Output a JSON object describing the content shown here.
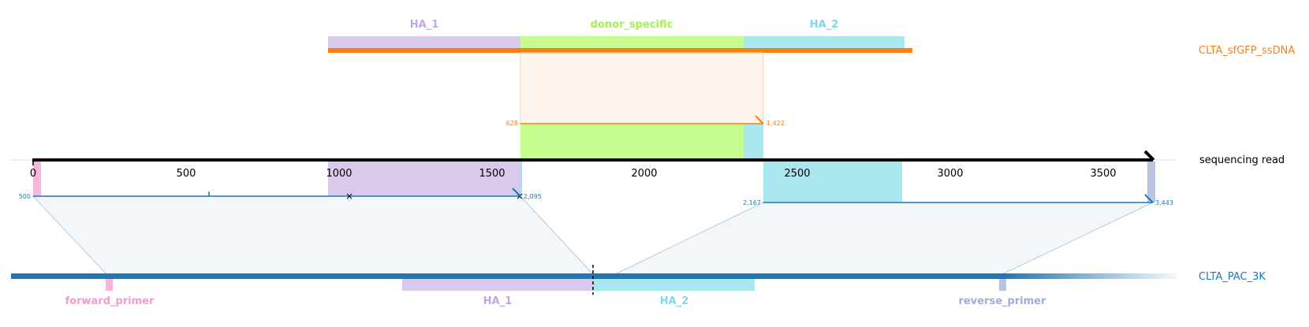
{
  "colors": {
    "ha1": "#d9c9ec",
    "ha1_text": "#c0a8e0",
    "donor": "#c6fd8f",
    "donor_text": "#a6ee5a",
    "ha2": "#a9e6f0",
    "ha2_text": "#80d8ea",
    "primer_fwd": "#fbb4dc",
    "primer_fwd_text": "#f59acd",
    "primer_rev": "#b9c3e2",
    "primer_rev_text": "#a0acd6",
    "orange": "#ff7f0e",
    "blue": "#1f77b4",
    "axis": "#000000"
  },
  "donor_track": {
    "name": "CLTA_sfGFP_ssDNA",
    "features": {
      "ha1": "HA_1",
      "donor_specific": "donor_specific",
      "ha2": "HA_2"
    },
    "start_label": "628",
    "end_label": "1,422"
  },
  "read_track": {
    "name": "sequencing read",
    "ticks": [
      "0",
      "500",
      "1000",
      "1500",
      "2000",
      "2500",
      "3000",
      "3500"
    ],
    "left_alignment": {
      "start_label": "500",
      "end_label": "2,095"
    },
    "right_alignment": {
      "start_label": "2,167",
      "end_label": "3,443"
    }
  },
  "reference_track": {
    "name": "CLTA_PAC_3K",
    "features": {
      "forward_primer": "forward_primer",
      "ha1": "HA_1",
      "ha2": "HA_2",
      "reverse_primer": "reverse_primer"
    }
  }
}
